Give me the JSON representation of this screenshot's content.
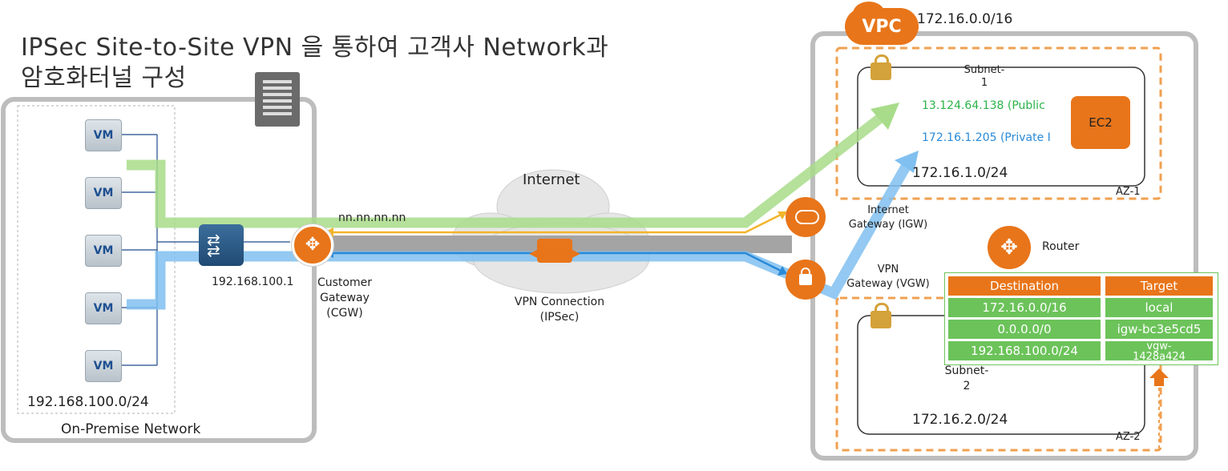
{
  "title": {
    "line1": "IPSec Site-to-Site VPN 을 통하여 고객사 Network과",
    "line2": "암호화터널 구성"
  },
  "onprem": {
    "vm_label": "VM",
    "vm_count": 5,
    "subnet_cidr": "192.168.100.0/24",
    "network_label": "On-Premise Network",
    "switch_ip": "192.168.100.1",
    "cgw_line1": "Customer",
    "cgw_line2": "Gateway",
    "cgw_line3": "(CGW)",
    "public_ip": "nn.nn.nn.nn"
  },
  "internet": {
    "label": "Internet",
    "vpn_conn_line1": "VPN Connection",
    "vpn_conn_line2": "(IPSec)"
  },
  "vpc": {
    "badge": "VPC",
    "cidr": "172.16.0.0/16",
    "az1": "AZ-1",
    "az2": "AZ-2",
    "subnet1_line1": "Subnet-",
    "subnet1_line2": "1",
    "subnet1_cidr": "172.16.1.0/24",
    "public_ip": "13.124.64.138 (Public",
    "private_ip": "172.16.1.205 (Private I",
    "ec2": "EC2",
    "igw_line1": "Internet",
    "igw_line2": "Gateway (IGW)",
    "vgw_line1": "VPN",
    "vgw_line2": "Gateway (VGW)",
    "router": "Router",
    "subnet2_line1": "Subnet-",
    "subnet2_line2": "2",
    "subnet2_cidr": "172.16.2.0/24"
  },
  "route_table": {
    "headers": [
      "Destination",
      "Target"
    ],
    "rows": [
      [
        "172.16.0.0/16",
        "local"
      ],
      [
        "0.0.0.0/0",
        "igw-bc3e5cd5"
      ],
      [
        "192.168.100.0/24",
        "vgw-\n1428a424"
      ]
    ]
  },
  "colors": {
    "aws_orange": "#e8751a",
    "green_path": "#9bd47a",
    "blue_path": "#6fb4ea",
    "yellow_path": "#f2b52b",
    "public_ip_text": "#2bb34a",
    "private_ip_text": "#2a8ad8",
    "route_row": "#6cc35a"
  }
}
